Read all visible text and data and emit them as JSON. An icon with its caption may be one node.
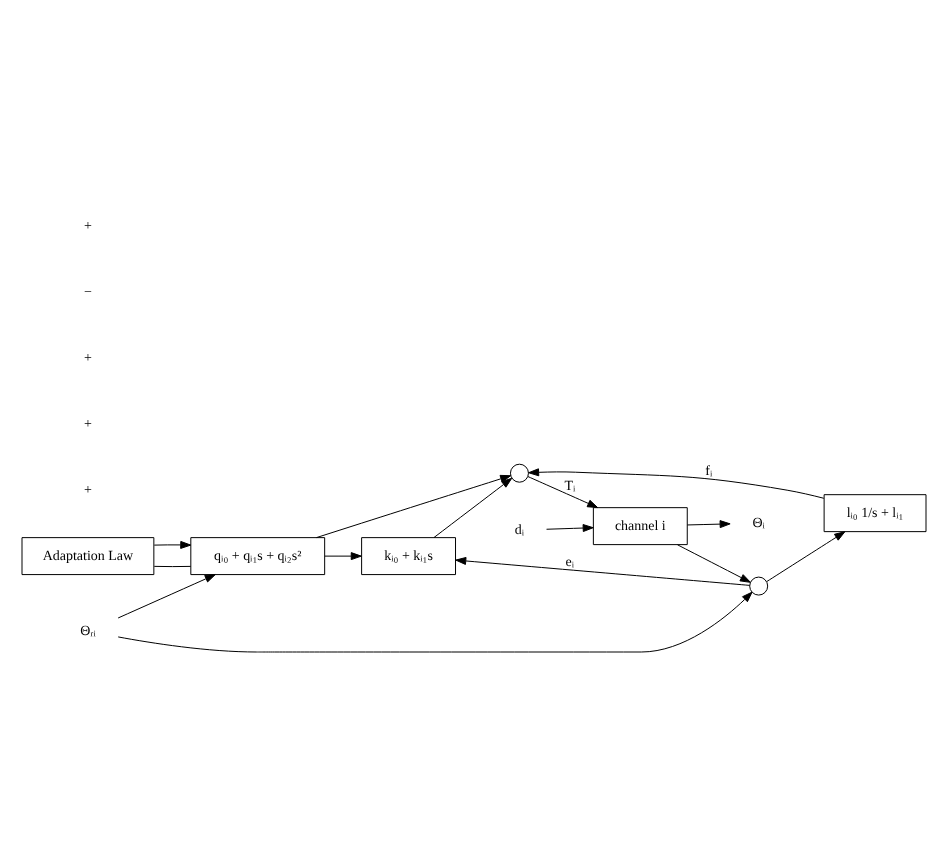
{
  "diagram": {
    "nodes": [
      {
        "text": [
          "Adaptation Law"
        ]
      },
      {
        "text": [
          "qᵢ₀ + qᵢ₁s + qᵢ₂s²"
        ]
      },
      {
        "text": [
          "Θᵣᵢ"
        ]
      },
      {
        "text": [],
        "shape": "circle"
      },
      {
        "text": [
          "kᵢ₀ + kᵢ₁s"
        ]
      },
      {
        "text": [],
        "shape": "circle"
      },
      {
        "text": [
          "channel i"
        ]
      },
      {
        "text": [
          "dᵢ"
        ]
      },
      {
        "text": [
          "Θᵢ"
        ]
      },
      {
        "text": [
          "lᵢ₀ 1/s + lᵢ₁"
        ]
      }
    ],
    "edges": [
      {
        "from": 0,
        "to": 1,
        "arrow": "none"
      },
      {
        "from": 0,
        "to": 1,
        "arrow": "to"
      },
      {
        "from": 2,
        "to": 3,
        "arrow": "to"
      },
      {
        "from": 2,
        "to": 1,
        "arrow": "to"
      },
      {
        "from": 3,
        "to": 4,
        "arrow": "to",
        "label": "eᵢ"
      },
      {
        "from": 3,
        "to": 9,
        "arrow": "to"
      },
      {
        "from": 1,
        "to": 4,
        "arrow": "to"
      },
      {
        "from": 1,
        "to": 5,
        "arrow": "to"
      },
      {
        "from": 4,
        "to": 5,
        "arrow": "to"
      },
      {
        "from": 9,
        "to": 5,
        "arrow": "to",
        "label": "fᵢ"
      },
      {
        "from": 5,
        "to": 6,
        "arrow": "to",
        "label": "Tᵢ"
      },
      {
        "from": 7,
        "to": 6,
        "arrow": "to"
      },
      {
        "from": 6,
        "to": 8,
        "arrow": "to"
      },
      {
        "from": 6,
        "to": 3,
        "arrow": "to"
      }
    ],
    "labels": [
      "+",
      "+",
      "+",
      "−",
      "+"
    ]
  }
}
